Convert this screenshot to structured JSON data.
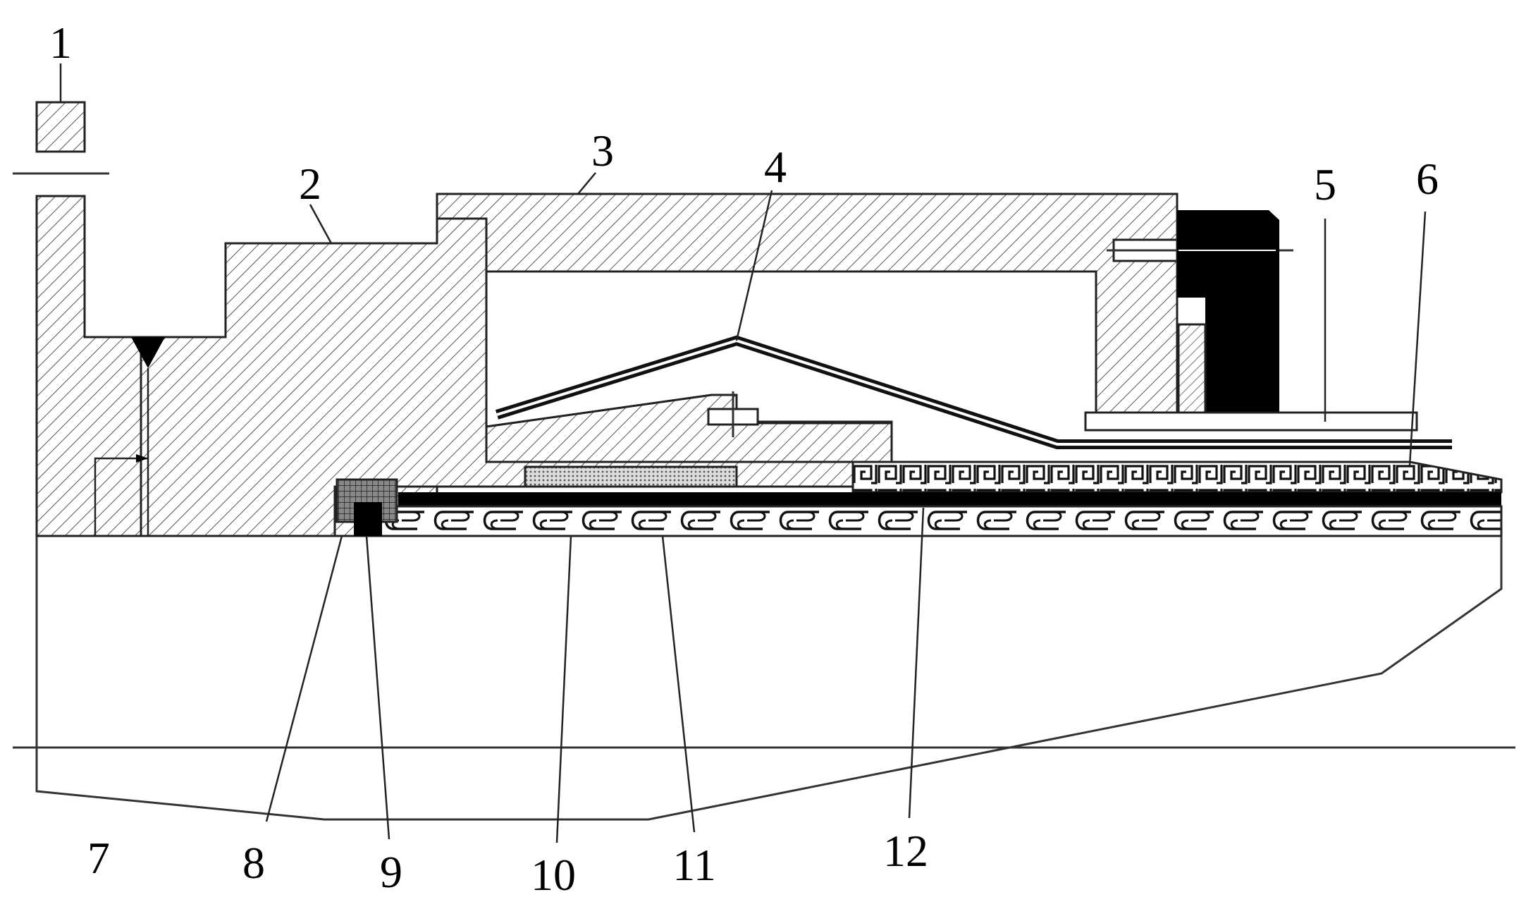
{
  "diagram": {
    "callouts": [
      {
        "id": "1",
        "text": "1"
      },
      {
        "id": "2",
        "text": "2"
      },
      {
        "id": "3",
        "text": "3"
      },
      {
        "id": "4",
        "text": "4"
      },
      {
        "id": "5",
        "text": "5"
      },
      {
        "id": "6",
        "text": "6"
      },
      {
        "id": "7",
        "text": "7"
      },
      {
        "id": "8",
        "text": "8"
      },
      {
        "id": "9",
        "text": "9"
      },
      {
        "id": "10",
        "text": "10"
      },
      {
        "id": "11",
        "text": "11"
      },
      {
        "id": "12",
        "text": "12"
      }
    ]
  },
  "colors": {
    "line": "#222222",
    "hatch": "#555555",
    "black_part": "#000000",
    "background": "#ffffff"
  }
}
